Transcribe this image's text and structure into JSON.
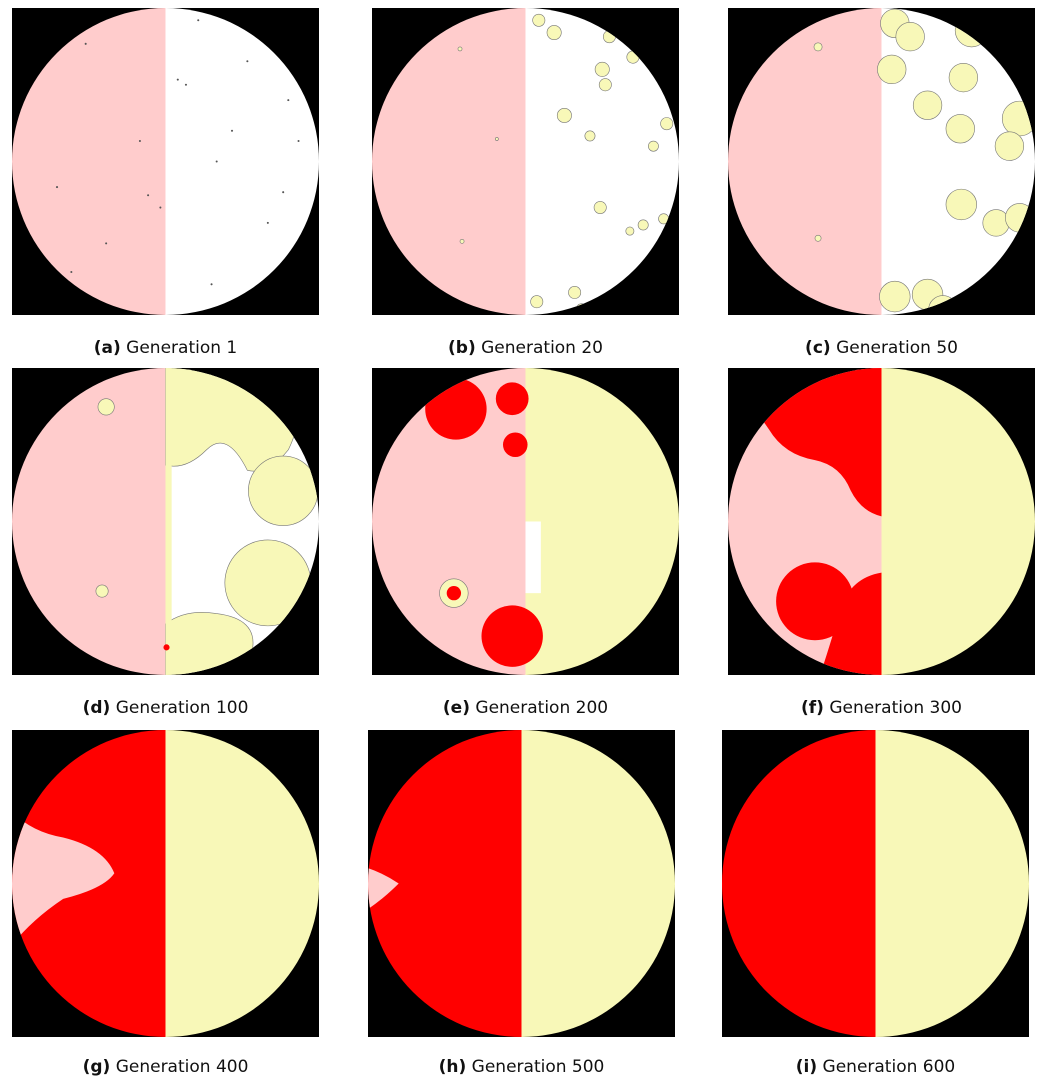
{
  "panels": [
    {
      "label": "(a)",
      "caption": "Generation 1"
    },
    {
      "label": "(b)",
      "caption": "Generation 20"
    },
    {
      "label": "(c)",
      "caption": "Generation 50"
    },
    {
      "label": "(d)",
      "caption": "Generation 100"
    },
    {
      "label": "(e)",
      "caption": "Generation 200"
    },
    {
      "label": "(f)",
      "caption": "Generation 300"
    },
    {
      "label": "(g)",
      "caption": "Generation 400"
    },
    {
      "label": "(h)",
      "caption": "Generation 500"
    },
    {
      "label": "(i)",
      "caption": "Generation 600"
    }
  ],
  "colors": {
    "background": "#000000",
    "left_initial": "#ffcccc",
    "right_initial": "#ffffff",
    "invader_left": "#ff0000",
    "invader_right": "#f8f8b8"
  }
}
